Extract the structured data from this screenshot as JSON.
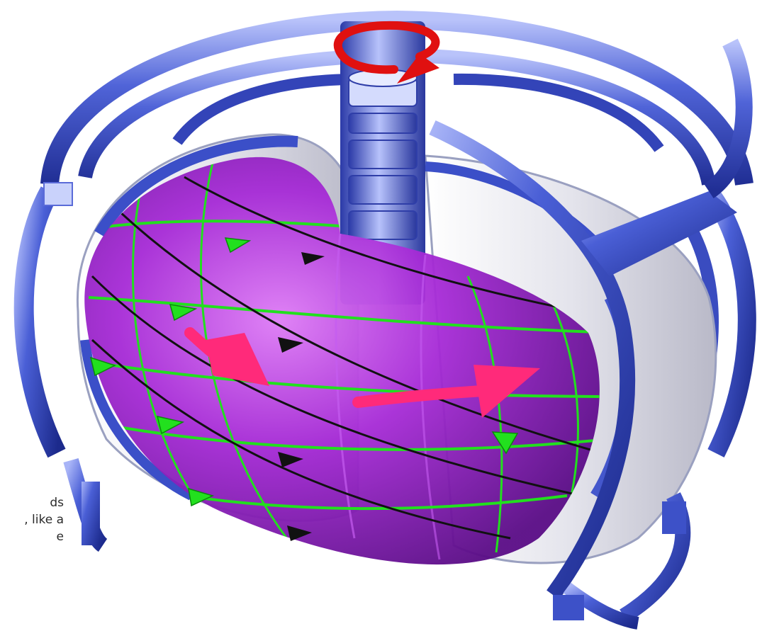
{
  "caption": {
    "lines": [
      "ds",
      ", like a",
      "e"
    ],
    "color": "#2b2b2b"
  },
  "colors": {
    "coils": "#3b4fc8",
    "coil_highlight": "#9aa9f5",
    "plasma": "#9b1fd0",
    "plasma_light": "#d46cf5",
    "toroidal_field_lines": "#22e01e",
    "helical_field_lines": "#111111",
    "plasma_current_arrow": "#ff2a7a",
    "central_solenoid_arrow": "#e01010",
    "vessel_wall": "#e9e9ef"
  },
  "icons": [
    "arrow-icon"
  ]
}
